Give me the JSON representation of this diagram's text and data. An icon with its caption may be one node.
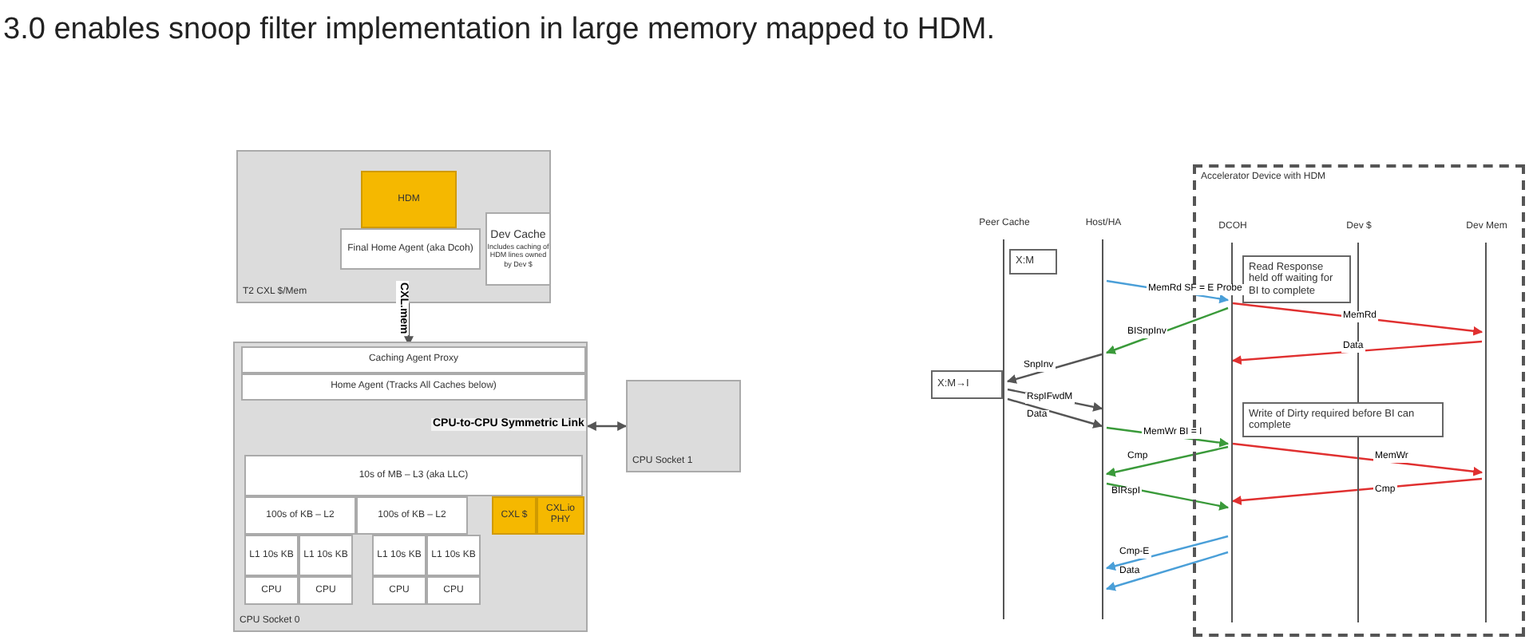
{
  "diagram": {
    "title": "3.0 enables snoop filter implementation in large memory mapped to HDM.",
    "nodes": [
      {
        "text": [
          "T2 CXL $/Mem"
        ]
      },
      {
        "text": [
          "HDM"
        ],
        "in": 0
      },
      {
        "text": [
          "Final Home Agent (aka Dcoh)"
        ],
        "in": 0
      },
      {
        "text": [
          "Dev Cache",
          "Includes caching of HDM lines owned by Dev $"
        ],
        "in": 0
      },
      {
        "text": [
          "CPU Socket 0"
        ]
      },
      {
        "text": [
          "Caching Agent Proxy"
        ],
        "in": 4
      },
      {
        "text": [
          "Home Agent (Tracks All Caches below)"
        ],
        "in": 4
      },
      {
        "text": [
          "10s of MB – L3 (aka LLC)"
        ],
        "in": 4
      },
      {
        "text": [
          "100s of KB – L2"
        ],
        "in": 4
      },
      {
        "text": [
          "100s of KB – L2"
        ],
        "in": 4
      },
      {
        "text": [
          "CXL $"
        ],
        "in": 4
      },
      {
        "text": [
          "CXL.io PHY"
        ],
        "in": 4
      },
      {
        "text": [
          "L1 10s KB"
        ],
        "in": 4
      },
      {
        "text": [
          "L1 10s KB"
        ],
        "in": 4
      },
      {
        "text": [
          "L1 10s KB"
        ],
        "in": 4
      },
      {
        "text": [
          "L1 10s KB"
        ],
        "in": 4
      },
      {
        "text": [
          "CPU"
        ],
        "in": 4
      },
      {
        "text": [
          "CPU"
        ],
        "in": 4
      },
      {
        "text": [
          "CPU"
        ],
        "in": 4
      },
      {
        "text": [
          "CPU"
        ],
        "in": 4
      },
      {
        "text": [
          "CPU Socket 1"
        ]
      },
      {
        "text": [
          "Accelerator Device with HDM"
        ]
      },
      {
        "text": [
          "Peer Cache"
        ]
      },
      {
        "text": [
          "Host/HA"
        ]
      },
      {
        "text": [
          "DCOH"
        ],
        "in": 21
      },
      {
        "text": [
          "Dev $"
        ],
        "in": 21
      },
      {
        "text": [
          "Dev Mem"
        ],
        "in": 21
      },
      {
        "text": [
          "X:M"
        ]
      },
      {
        "text": [
          "X:M→I"
        ]
      },
      {
        "text": [
          "Read Response held off waiting for BI to complete"
        ],
        "in": 21
      },
      {
        "text": [
          "Write of Dirty required before BI can complete"
        ],
        "in": 21
      }
    ],
    "edges": [
      {
        "from": 2,
        "to": 5,
        "arrow": "both",
        "label": "CXL.mem"
      },
      {
        "from": 4,
        "to": 20,
        "arrow": "both",
        "label": "CPU-to-CPU Symmetric Link"
      },
      {
        "from": 23,
        "to": 24,
        "arrow": "to",
        "label": "MemRd SF = E Probe",
        "color": "#4a9fd8"
      },
      {
        "from": 24,
        "to": 23,
        "arrow": "to",
        "label": "BISnpInv",
        "color": "#3a9a3a"
      },
      {
        "from": 24,
        "to": 26,
        "arrow": "to",
        "label": "MemRd",
        "color": "#e03030"
      },
      {
        "from": 26,
        "to": 24,
        "arrow": "to",
        "label": "Data",
        "color": "#e03030"
      },
      {
        "from": 23,
        "to": 22,
        "arrow": "to",
        "label": "SnpInv"
      },
      {
        "from": 22,
        "to": 23,
        "arrow": "to",
        "label": "RspIFwdM"
      },
      {
        "from": 22,
        "to": 23,
        "arrow": "to",
        "label": "Data"
      },
      {
        "from": 23,
        "to": 24,
        "arrow": "to",
        "label": "MemWr BI = I",
        "color": "#3a9a3a"
      },
      {
        "from": 24,
        "to": 23,
        "arrow": "to",
        "label": "Cmp",
        "color": "#3a9a3a"
      },
      {
        "from": 24,
        "to": 26,
        "arrow": "to",
        "label": "MemWr",
        "color": "#e03030"
      },
      {
        "from": 26,
        "to": 24,
        "arrow": "to",
        "label": "Cmp",
        "color": "#e03030"
      },
      {
        "from": 23,
        "to": 24,
        "arrow": "to",
        "label": "BIRspI",
        "color": "#3a9a3a"
      },
      {
        "from": 24,
        "to": 23,
        "arrow": "to",
        "label": "Cmp-E",
        "color": "#4a9fd8"
      },
      {
        "from": 24,
        "to": 23,
        "arrow": "to",
        "label": "Data",
        "color": "#4a9fd8"
      }
    ]
  }
}
